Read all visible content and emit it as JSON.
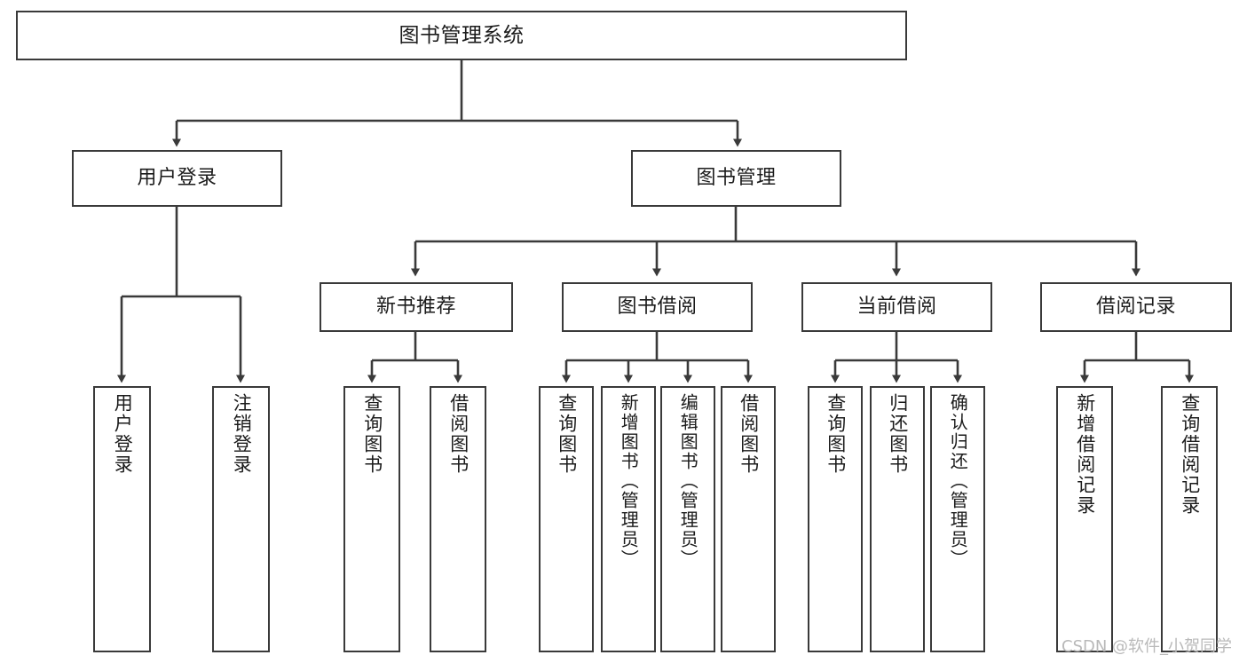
{
  "diagram": {
    "title": "图书管理系统",
    "watermark": "CSDN @软件_小贺同学",
    "accent_color": "#3a3a3a",
    "background_color": "#ffffff",
    "text_color": "#1b1b1b",
    "watermark_color": "#b9b9b9"
  },
  "nodes": {
    "root": "图书管理系统",
    "level2": [
      "用户登录",
      "图书管理"
    ],
    "level3": [
      "新书推荐",
      "图书借阅",
      "当前借阅",
      "借阅记录"
    ],
    "leaves": {
      "user_login": [
        "用户登录",
        "注销登录"
      ],
      "new_book_recommend": [
        "查询图书",
        "借阅图书"
      ],
      "book_borrow": [
        "查询图书",
        "新增图书（管理员）",
        "编辑图书（管理员）",
        "借阅图书"
      ],
      "current_borrow": [
        "查询图书",
        "归还图书",
        "确认归还（管理员）"
      ],
      "borrow_record": [
        "新增借阅记录",
        "查询借阅记录"
      ]
    }
  }
}
